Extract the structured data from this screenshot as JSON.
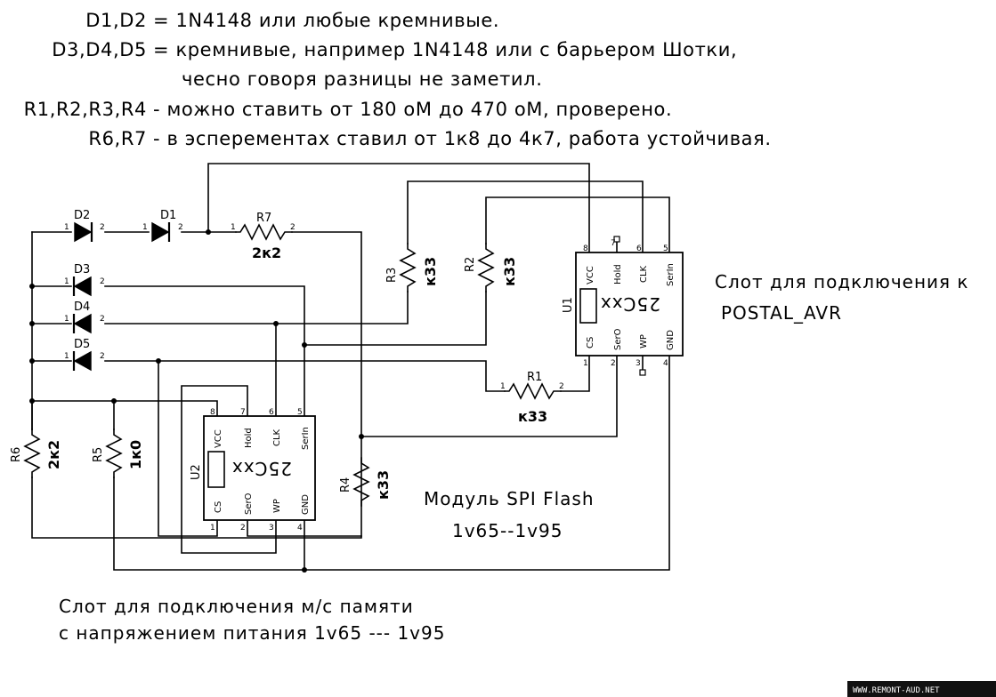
{
  "notes": {
    "line1_label": "D1,D2",
    "line1_text": "=  1N4148 или любые кремнивые.",
    "line2_label": "D3,D4,D5",
    "line2_text": "=  кремнивые, например 1N4148 или с барьером Шотки,",
    "line3_text": "чесно говоря разницы не заметил.",
    "line4_label": "R1,R2,R3,R4",
    "line4_text": "-  можно ставить от 180 оМ до 470 оМ, проверено.",
    "line5_label": "R6,R7",
    "line5_text": "-  в эсперементах ставил от 1к8 до 4к7, работа устойчивая."
  },
  "components": {
    "d1": "D1",
    "d2": "D2",
    "d3": "D3",
    "d4": "D4",
    "d5": "D5",
    "r1": "R1",
    "r1_val": "к33",
    "r2": "R2",
    "r2_val": "к33",
    "r3": "R3",
    "r3_val": "к33",
    "r4": "R4",
    "r4_val": "к33",
    "r5": "R5",
    "r5_val": "1к0",
    "r6": "R6",
    "r6_val": "2к2",
    "r7": "R7",
    "r7_val": "2к2"
  },
  "pin_numbers": {
    "p1": "1",
    "p2": "2",
    "p3": "3",
    "p4": "4",
    "p5": "5",
    "p6": "6",
    "p7": "7",
    "p8": "8"
  },
  "chips": {
    "u1": {
      "ref": "U1",
      "part": "25Cxx",
      "vcc": "VCC",
      "hold": "Hold",
      "clk": "CLK",
      "serin": "SerIn",
      "cs": "CS",
      "sero": "SerO",
      "wp": "WP",
      "gnd": "GND"
    },
    "u2": {
      "ref": "U2",
      "part": "25Cxx",
      "vcc": "VCC",
      "hold": "Hold",
      "clk": "CLK",
      "serin": "SerIn",
      "cs": "CS",
      "sero": "SerO",
      "wp": "WP",
      "gnd": "GND"
    }
  },
  "captions": {
    "slot_avr_1": "Слот для подключения к",
    "slot_avr_2": "POSTAL_AVR",
    "module_1": "Модуль SPI Flash",
    "module_2": "1v65--1v95",
    "slot_mem_1": "Слот для подключения м/с памяти",
    "slot_mem_2": "с напряжением питания 1v65 --- 1v95"
  },
  "watermark": "WWW.REMONT-AUD.NET"
}
